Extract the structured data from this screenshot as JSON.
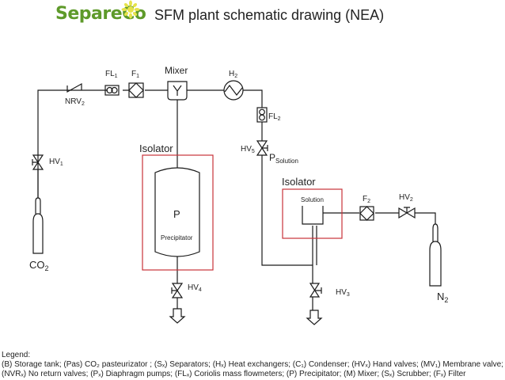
{
  "header": {
    "logo": "SepareCo",
    "title": "SFM plant schematic drawing (NEA)"
  },
  "colors": {
    "logo_green": "#5e9a2a",
    "logo_flower": "#e6e34a",
    "isolator_red": "#c8323a",
    "line": "#1a1a1a"
  },
  "components": {
    "nrv2": {
      "base": "NRV",
      "sub": "2"
    },
    "fl1": {
      "base": "FL",
      "sub": "1"
    },
    "f1": {
      "base": "F",
      "sub": "1"
    },
    "mixer": "Mixer",
    "h2": {
      "base": "H",
      "sub": "2"
    },
    "fl2": {
      "base": "FL",
      "sub": "2"
    },
    "hv5": {
      "base": "HV",
      "sub": "5"
    },
    "p_solution": {
      "base": "P",
      "sub": "Solution"
    },
    "hv1": {
      "base": "HV",
      "sub": "1"
    },
    "co2": {
      "base": "CO",
      "sub": "2"
    },
    "isolator_left": "Isolator",
    "precipitator_symbol": "P",
    "precipitator_label": "Precipitator",
    "hv4": {
      "base": "HV",
      "sub": "4"
    },
    "isolator_right": "Isolator",
    "solution": "Solution",
    "f2": {
      "base": "F",
      "sub": "2"
    },
    "hv2": {
      "base": "HV",
      "sub": "2"
    },
    "hv3": {
      "base": "HV",
      "sub": "3"
    },
    "n2": {
      "base": "N",
      "sub": "2"
    }
  },
  "legend": {
    "heading": "Legend:",
    "line1": "(B) Storage tank; (Pas) CO₂ pasteurizator ; (Sₓ) Separators; (Hₓ) Heat exchangers; (C₁) Condenser;  (HVₓ) Hand valves; (MV₁) Membrane valve;",
    "line2": "(NVRₓ) No return valves; (Pₓ) Diaphragm pumps; (FLₓ) Coriolis mass flowmeters; (P) Precipitator; (M) Mixer; (Sₓ) Scrubber; (Fₓ) Filter"
  }
}
